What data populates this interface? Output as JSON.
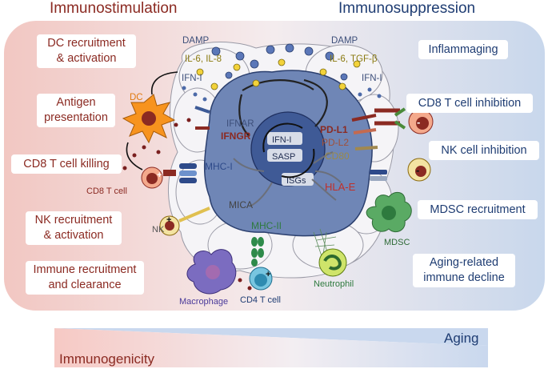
{
  "headers": {
    "left": "Immunostimulation",
    "right": "Immunosuppression"
  },
  "left_boxes": [
    {
      "line1": "DC recruitment",
      "line2": "& activation"
    },
    {
      "line1": "Antigen",
      "line2": "presentation"
    },
    {
      "line1": "CD8 T cell killing",
      "line2": ""
    },
    {
      "line1": "NK recruitment",
      "line2": "& activation"
    },
    {
      "line1": "Immune recruitment",
      "line2": "and clearance"
    }
  ],
  "right_boxes": [
    {
      "line1": "Inflammaging",
      "line2": ""
    },
    {
      "line1": "CD8 T cell inhibition",
      "line2": ""
    },
    {
      "line1": "NK cell inhibition",
      "line2": ""
    },
    {
      "line1": "MDSC recruitment",
      "line2": ""
    },
    {
      "line1": "Aging-related",
      "line2": "immune decline"
    }
  ],
  "labels": {
    "damp_left": "DAMP",
    "damp_right": "DAMP",
    "cyto_left": "IL-6, IL-8",
    "cyto_right": "IL-6, TGF-β",
    "ifn_left": "IFN-I",
    "ifn_right": "IFN-I",
    "dc": "DC",
    "cd8": "CD8 T cell",
    "nk": "NK",
    "macrophage": "Macrophage",
    "cd4": "CD4 T cell",
    "neutrophil": "Neutrophil",
    "mdsc": "MDSC",
    "ifnar": "IFNAR",
    "ifngr": "IFNGR",
    "mhc1": "MHC-I",
    "mica": "MICA",
    "mhc2": "MHC-II",
    "pdl1": "PD-L1",
    "pdl2": "PD-L2",
    "cd80": "CD80",
    "hlae": "HLA-E",
    "ifn_inner": "IFN-I",
    "sasp": "SASP",
    "isgs": "ISGs",
    "plus": "+",
    "minus": "-"
  },
  "bottom": {
    "aging": "Aging",
    "immunogenicity": "Immunogenicity"
  },
  "colors": {
    "stim": "#8b2a22",
    "supp": "#1f3d73",
    "cell": "#6f86b6",
    "nucleus": "#3f5a96",
    "dc": "#f7931e",
    "mdsc": "#4a9c5a",
    "macrophage": "#6c5aa8",
    "cd4": "#3ea3c8"
  }
}
